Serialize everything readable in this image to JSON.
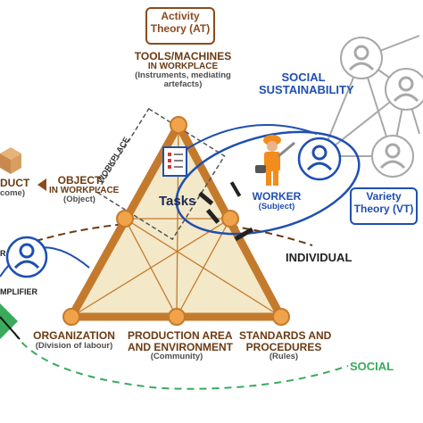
{
  "activity_theory": {
    "line1": "Activity",
    "line2": "Theory (AT)"
  },
  "tools": {
    "line1": "TOOLS/MACHINES",
    "line2": "IN WORKPLACE",
    "sub1": "(Instruments, mediating",
    "sub2": "artefacts)"
  },
  "social_sustainability": {
    "line1": "SOCIAL",
    "line2": "SUSTAINABILITY"
  },
  "workplace": "WORKPLACE",
  "object": {
    "line1": "OBJECT",
    "line2": "IN WORKPLACE",
    "sub": "(Object)"
  },
  "product": {
    "line1": "DUCT",
    "sub": "come)"
  },
  "tasks": "Tasks",
  "worker": {
    "line1": "WORKER",
    "sub": "(Subject)"
  },
  "variety_theory": {
    "line1": "Variety",
    "line2": "Theory (VT)"
  },
  "individual": "INDIVIDUAL",
  "amplifier": {
    "top": "R",
    "label": "MPLIFIER"
  },
  "organization": {
    "line1": "ORGANIZATION",
    "sub": "(Division of labour)"
  },
  "production_area": {
    "line1": "PRODUCTION AREA",
    "line2": "AND ENVIRONMENT",
    "sub": "(Community)"
  },
  "standards": {
    "line1": "STANDARDS AND",
    "line2": "PROCEDURES",
    "sub": "(Rules)"
  },
  "social": "SOCIAL",
  "colors": {
    "triangle_fill": "#f3e8c8",
    "triangle_stroke": "#c47a2c",
    "node_fill": "#f0a34a",
    "blue": "#1f4fb0",
    "green": "#3aaa5c",
    "brown_text": "#8a4b1f",
    "grey_net": "#a8a8a8"
  }
}
